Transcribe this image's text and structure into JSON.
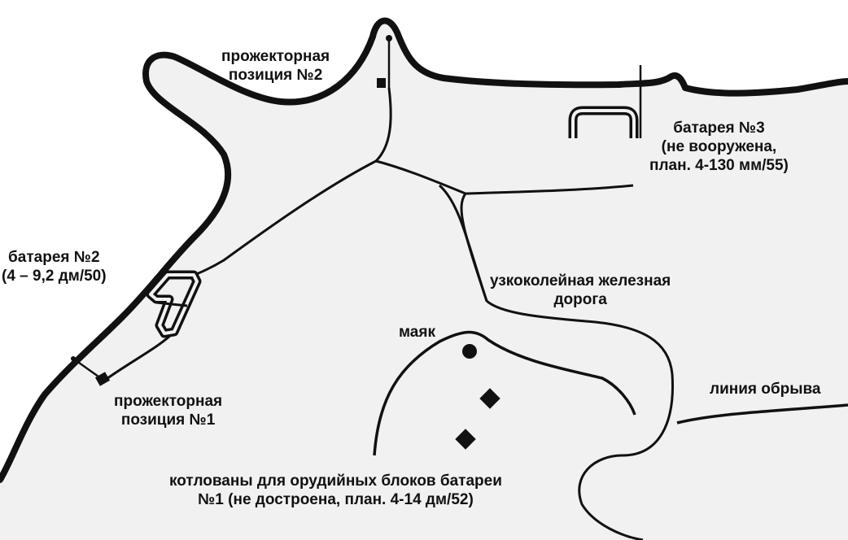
{
  "labels": {
    "searchlight_2": [
      "прожекторная",
      "позиция №2"
    ],
    "battery_3": [
      "батарея №3",
      "(не вооружена,",
      "план. 4-130 мм/55)"
    ],
    "battery_2": [
      "батарея №2",
      "(4 – 9,2 дм/50)"
    ],
    "narrow_gauge_railway": [
      "узкоколейная железная",
      "дорога"
    ],
    "lighthouse": "маяк",
    "cliff_line": "линия обрыва",
    "searchlight_1": [
      "прожекторная",
      "позиция №1"
    ],
    "battery_1_pits": [
      "котлованы для орудийных блоков батареи",
      "№1 (не достроена, план. 4-14 дм/52)"
    ]
  },
  "colors": {
    "ink": "#111111",
    "land": "#f1f1f1",
    "sea": "#ffffff"
  }
}
